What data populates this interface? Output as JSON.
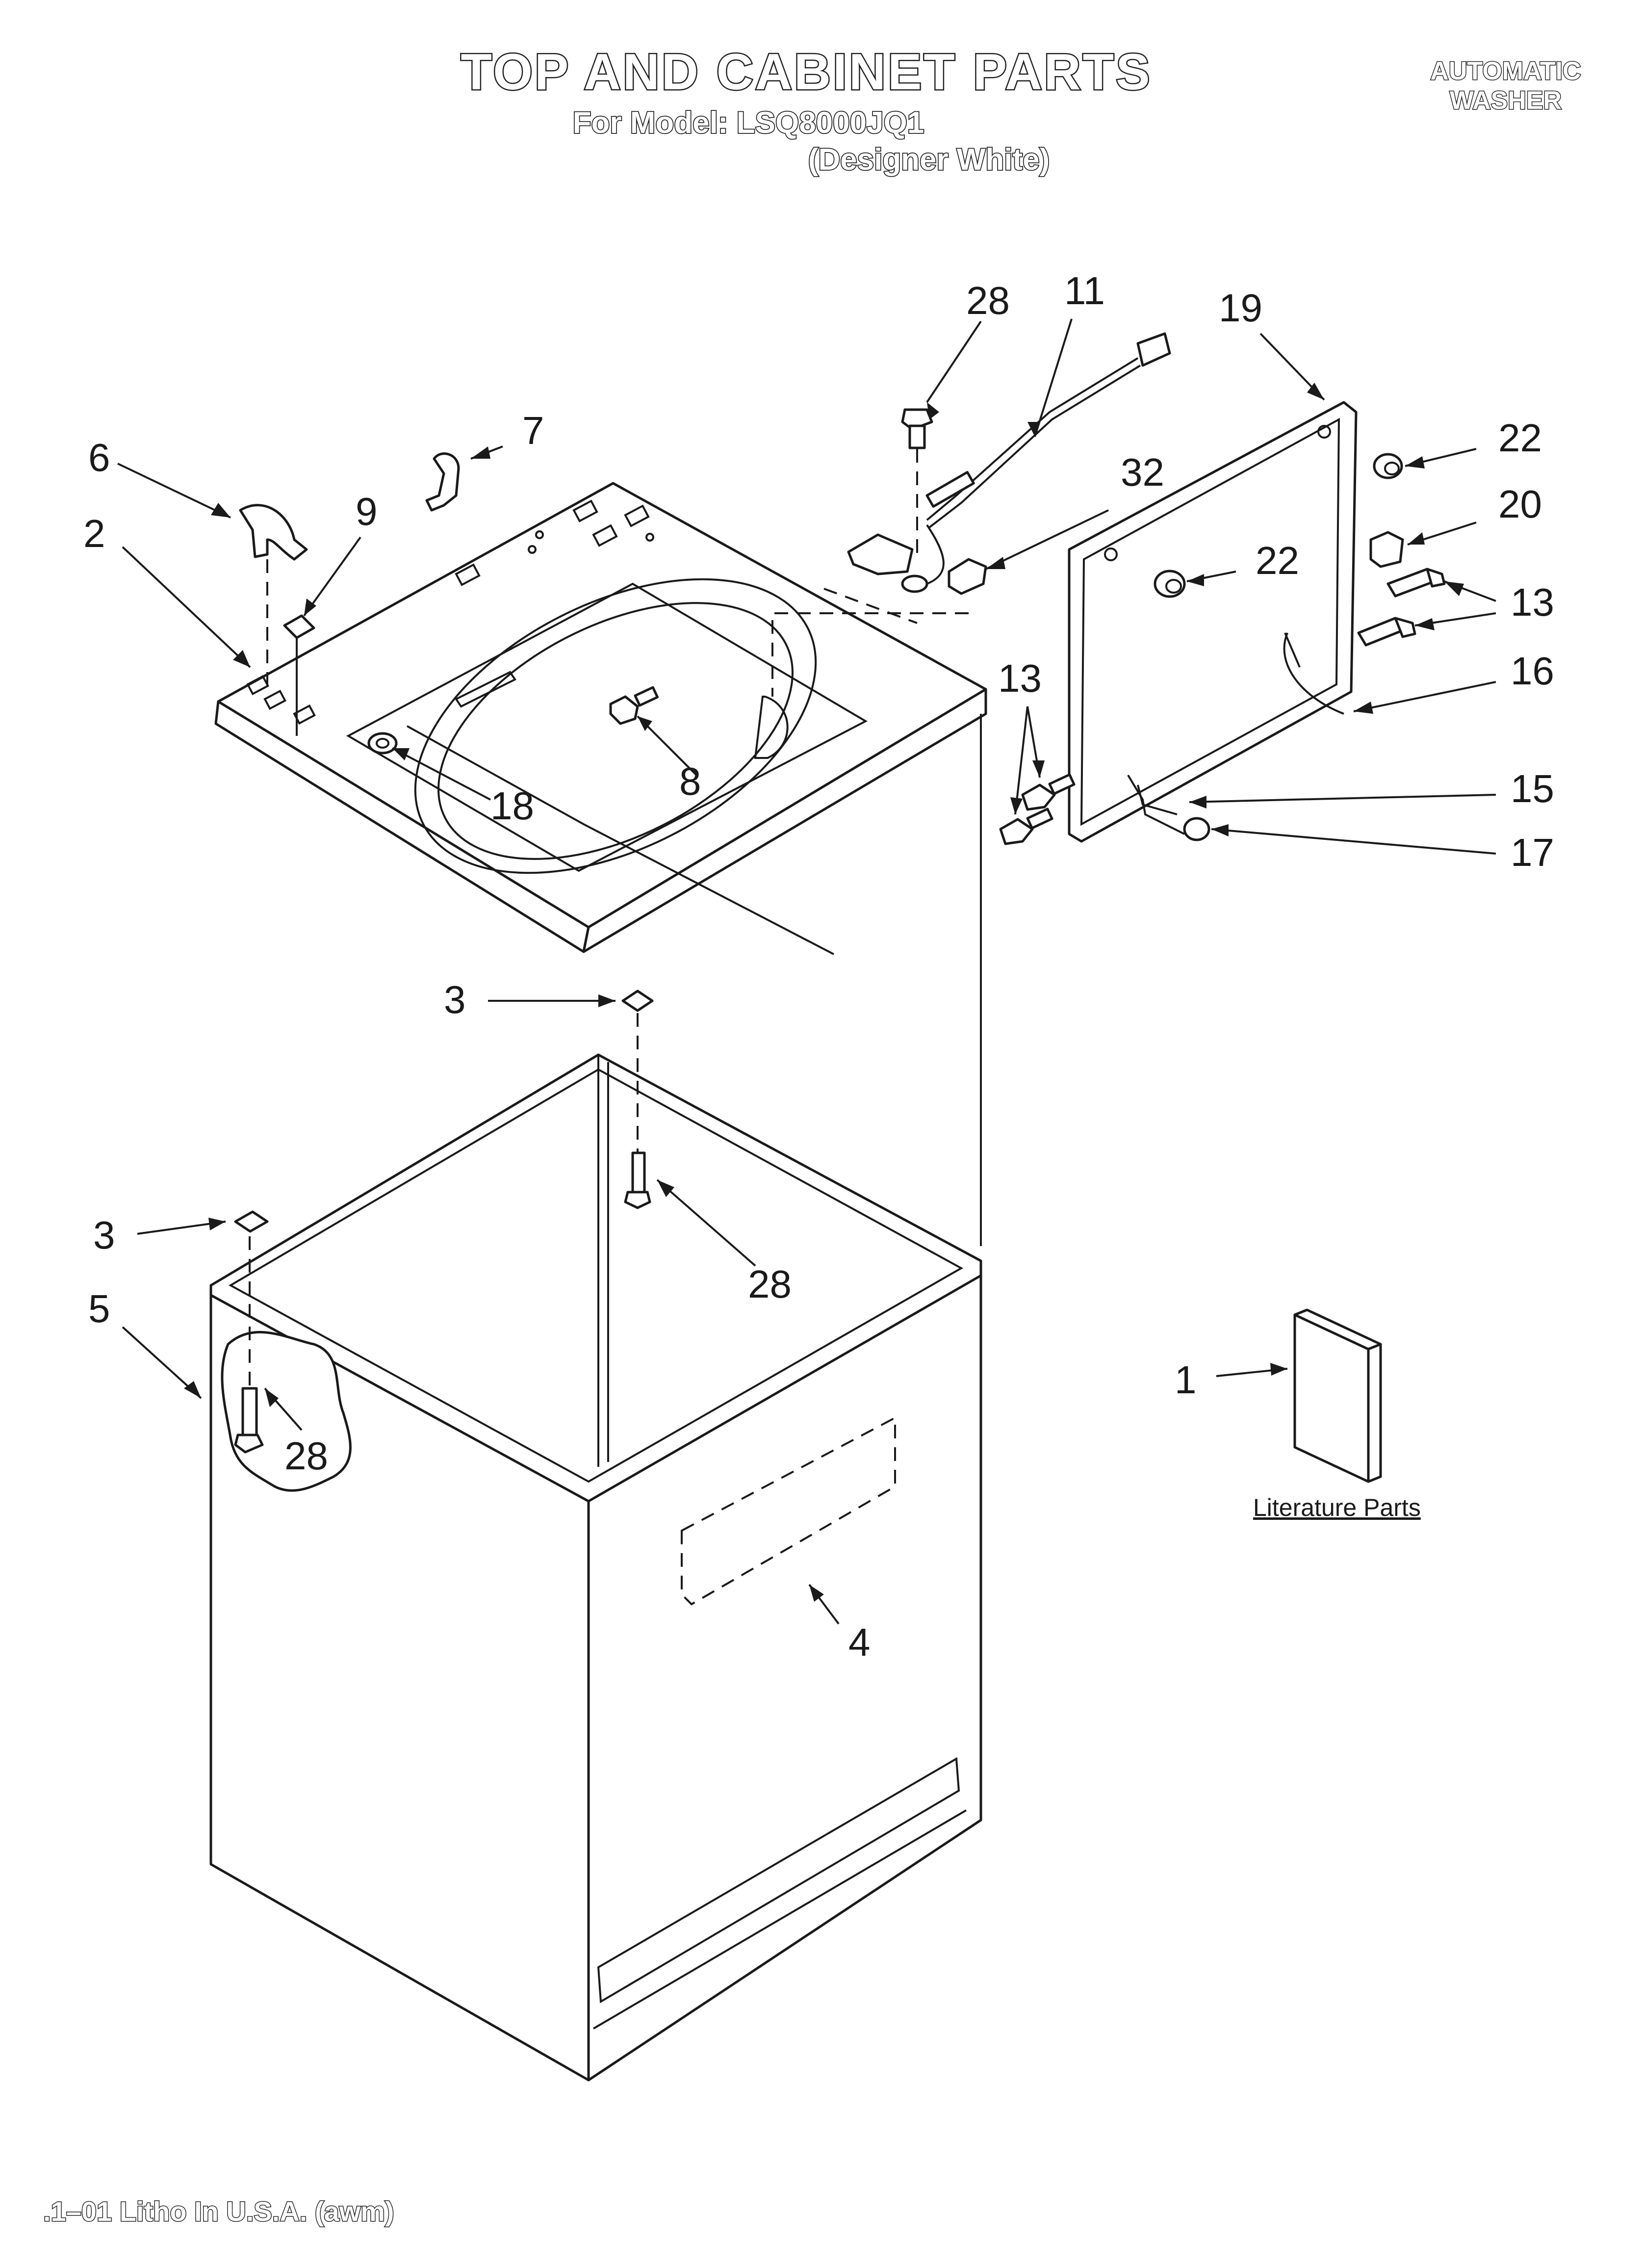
{
  "header": {
    "title": "TOP AND CABINET PARTS",
    "model_line": "For Model: LSQ8000JQ1",
    "finish_line": "(Designer White)",
    "corner_label_line1": "AUTOMATIC",
    "corner_label_line2": "WASHER"
  },
  "footer": {
    "print_info": ".1–01 Litho In U.S.A. (awm)"
  },
  "literature": {
    "label": "Literature Parts"
  },
  "callouts": {
    "c1": "1",
    "c2": "2",
    "c3a": "3",
    "c3b": "3",
    "c4": "4",
    "c5": "5",
    "c6": "6",
    "c7": "7",
    "c8": "8",
    "c9": "9",
    "c11": "11",
    "c13a": "13",
    "c13b": "13",
    "c15": "15",
    "c16": "16",
    "c17": "17",
    "c18": "18",
    "c19": "19",
    "c20": "20",
    "c22a": "22",
    "c22b": "22",
    "c28a": "28",
    "c28b": "28",
    "c28c": "28",
    "c32": "32"
  },
  "colors": {
    "ink": "#1a1a1a",
    "paper": "#ffffff"
  }
}
